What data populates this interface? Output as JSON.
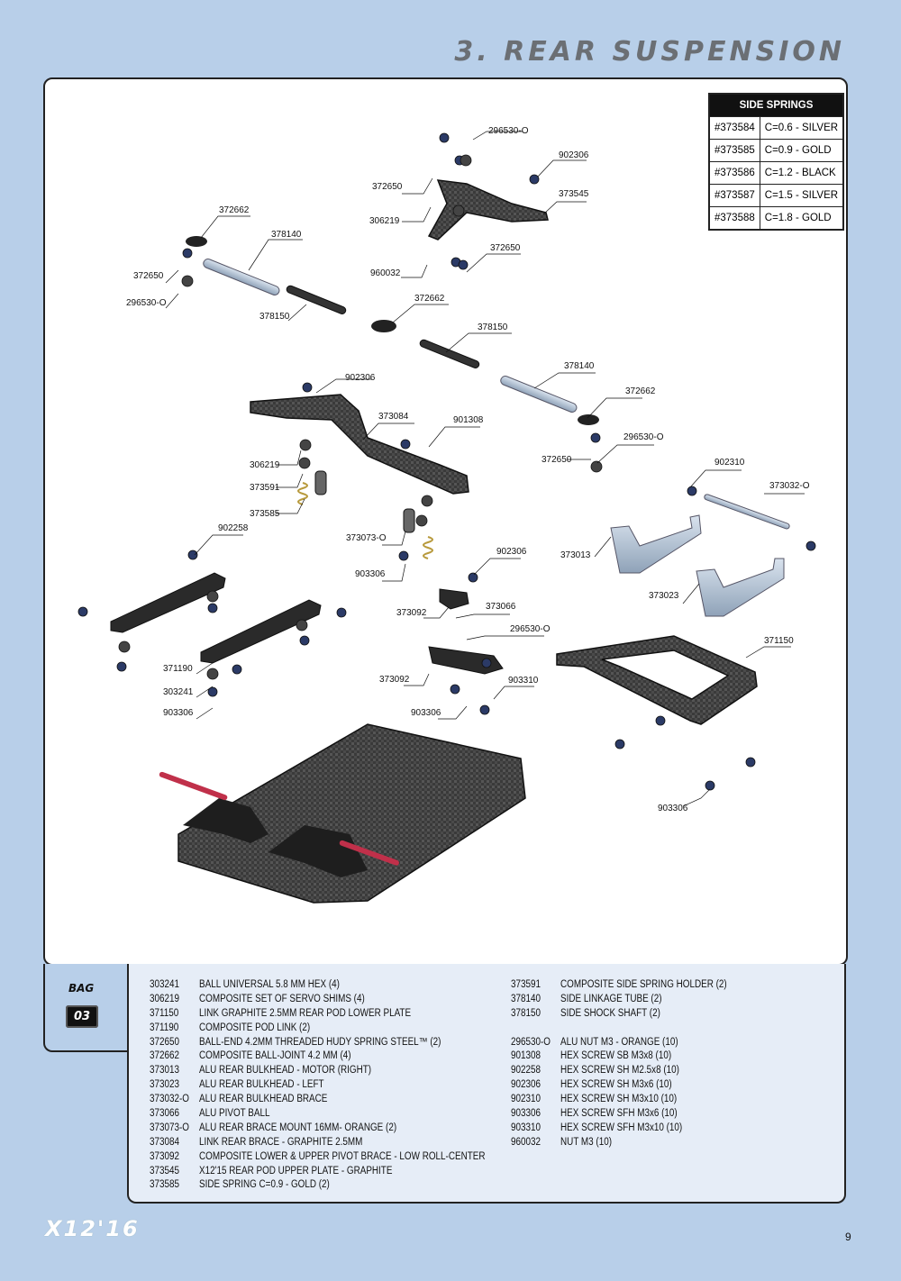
{
  "page": {
    "title": "3. REAR SUSPENSION",
    "brand": "X12'16",
    "page_number": "9"
  },
  "side_springs": {
    "header": "SIDE SPRINGS",
    "rows": [
      {
        "code": "#373584",
        "spec": "C=0.6 - SILVER"
      },
      {
        "code": "#373585",
        "spec": "C=0.9 - GOLD"
      },
      {
        "code": "#373586",
        "spec": "C=1.2 - BLACK"
      },
      {
        "code": "#373587",
        "spec": "C=1.5 - SILVER"
      },
      {
        "code": "#373588",
        "spec": "C=1.8 - GOLD"
      }
    ]
  },
  "diagram_labels": [
    "296530-O",
    "902306",
    "372650",
    "373545",
    "306219",
    "372662",
    "378140",
    "372650",
    "960032",
    "372650",
    "296530-O",
    "378150",
    "372662",
    "378150",
    "378140",
    "372662",
    "902306",
    "373084",
    "901308",
    "296530-O",
    "372650",
    "306219",
    "373591",
    "373585",
    "902310",
    "373032-O",
    "902258",
    "373073-O",
    "902306",
    "903306",
    "373013",
    "373066",
    "373092",
    "373023",
    "296530-O",
    "371150",
    "371190",
    "373092",
    "903310",
    "303241",
    "903306",
    "903306",
    "903306"
  ],
  "bag": {
    "label": "BAG",
    "number": "03"
  },
  "parts_left": [
    {
      "code": "303241",
      "desc": "BALL UNIVERSAL 5.8 MM HEX (4)"
    },
    {
      "code": "306219",
      "desc": "COMPOSITE SET OF SERVO SHIMS (4)"
    },
    {
      "code": "371150",
      "desc": "LINK GRAPHITE 2.5MM REAR POD LOWER PLATE"
    },
    {
      "code": "371190",
      "desc": "COMPOSITE POD LINK (2)"
    },
    {
      "code": "372650",
      "desc": "BALL-END 4.2MM THREADED HUDY SPRING STEEL™ (2)"
    },
    {
      "code": "372662",
      "desc": "COMPOSITE BALL-JOINT 4.2 MM (4)"
    },
    {
      "code": "373013",
      "desc": "ALU REAR BULKHEAD - MOTOR (RIGHT)"
    },
    {
      "code": "373023",
      "desc": "ALU REAR BULKHEAD - LEFT"
    },
    {
      "code": "373032-O",
      "desc": "ALU REAR BULKHEAD BRACE"
    },
    {
      "code": "373066",
      "desc": "ALU PIVOT BALL"
    },
    {
      "code": "373073-O",
      "desc": "ALU REAR BRACE MOUNT 16MM- ORANGE (2)"
    },
    {
      "code": "373084",
      "desc": "LINK REAR BRACE - GRAPHITE 2.5MM"
    },
    {
      "code": "373092",
      "desc": "COMPOSITE LOWER & UPPER PIVOT BRACE - LOW ROLL-CENTER"
    },
    {
      "code": "373545",
      "desc": "X12'15 REAR POD UPPER PLATE - GRAPHITE"
    },
    {
      "code": "373585",
      "desc": "SIDE SPRING C=0.9 - GOLD (2)"
    }
  ],
  "parts_right_a": [
    {
      "code": "373591",
      "desc": "COMPOSITE SIDE SPRING HOLDER (2)"
    },
    {
      "code": "378140",
      "desc": "SIDE LINKAGE TUBE (2)"
    },
    {
      "code": "378150",
      "desc": "SIDE SHOCK SHAFT (2)"
    }
  ],
  "parts_right_b": [
    {
      "code": "296530-O",
      "desc": "ALU NUT M3 - ORANGE  (10)"
    },
    {
      "code": "901308",
      "desc": "HEX SCREW SB M3x8  (10)"
    },
    {
      "code": "902258",
      "desc": "HEX SCREW SH M2.5x8  (10)"
    },
    {
      "code": "902306",
      "desc": "HEX SCREW SH M3x6  (10)"
    },
    {
      "code": "902310",
      "desc": "HEX SCREW SH M3x10  (10)"
    },
    {
      "code": "903306",
      "desc": "HEX SCREW SFH M3x6  (10)"
    },
    {
      "code": "903310",
      "desc": "HEX SCREW SFH M3x10  (10)"
    },
    {
      "code": "960032",
      "desc": "NUT M3  (10)"
    }
  ],
  "colors": {
    "background": "#b8cfe9",
    "panel": "#ffffff",
    "parts_panel": "#e6edf7",
    "title": "#6b6f74"
  }
}
